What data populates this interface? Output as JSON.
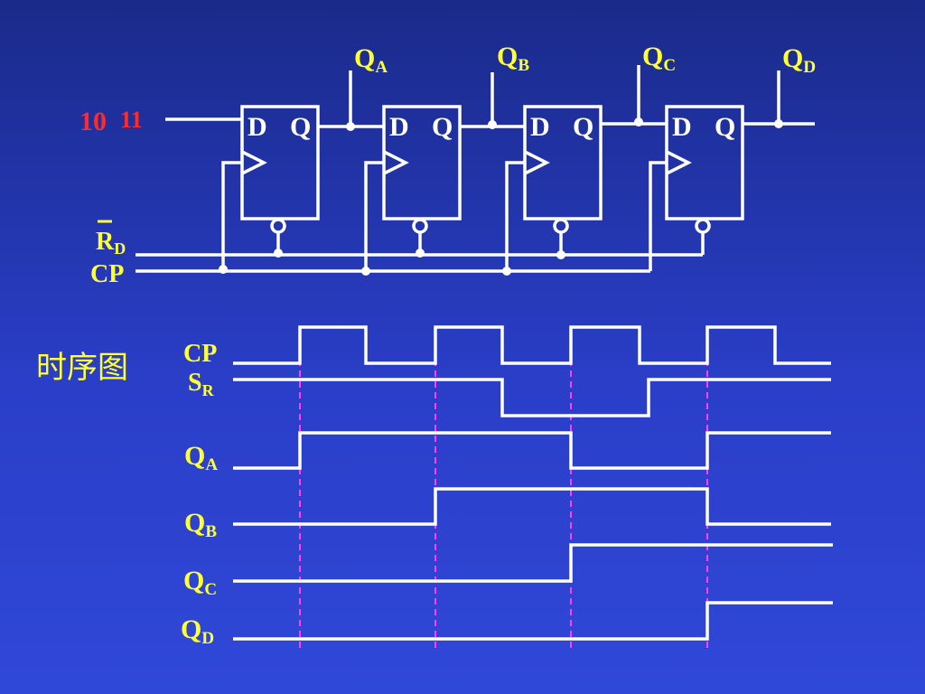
{
  "circuit": {
    "input_bits": {
      "big": "10",
      "small": "11"
    },
    "flipflops": [
      {
        "d": "D",
        "q": "Q"
      },
      {
        "d": "D",
        "q": "Q"
      },
      {
        "d": "D",
        "q": "Q"
      },
      {
        "d": "D",
        "q": "Q"
      }
    ],
    "outputs": [
      {
        "main": "Q",
        "sub": "A"
      },
      {
        "main": "Q",
        "sub": "B"
      },
      {
        "main": "Q",
        "sub": "C"
      },
      {
        "main": "Q",
        "sub": "D"
      }
    ],
    "reset_label": {
      "main": "R",
      "sub": "D"
    },
    "clock_label": "CP"
  },
  "timing": {
    "title": "时序图",
    "signals": [
      {
        "main": "CP",
        "sub": ""
      },
      {
        "main": "S",
        "sub": "R"
      },
      {
        "main": "Q",
        "sub": "A"
      },
      {
        "main": "Q",
        "sub": "B"
      },
      {
        "main": "Q",
        "sub": "C"
      },
      {
        "main": "Q",
        "sub": "D"
      }
    ]
  }
}
